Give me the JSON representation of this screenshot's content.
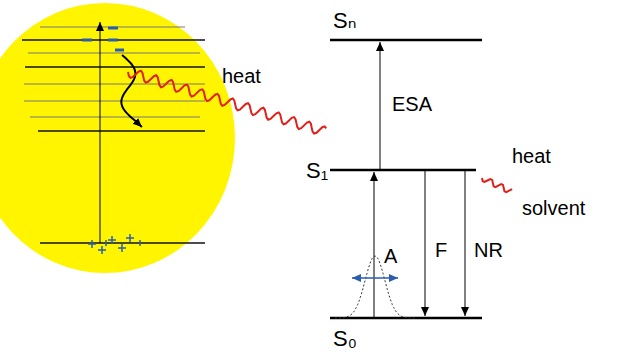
{
  "diagram": {
    "labels": [
      "Sₙ",
      "ESA",
      "S₁",
      "heat",
      "heat",
      "solvent",
      "A",
      "F",
      "NR",
      "S₀"
    ]
  }
}
